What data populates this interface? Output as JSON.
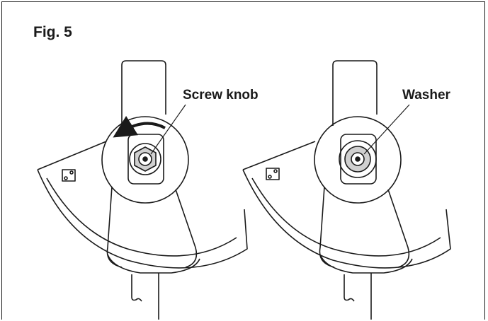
{
  "figure": {
    "title": "Fig. 5"
  },
  "left_view": {
    "callout": "Screw knob"
  },
  "right_view": {
    "callout": "Washer"
  },
  "colors": {
    "line": "#1a1a1a",
    "fill_gray": "#d0d0d0",
    "background": "#ffffff"
  }
}
